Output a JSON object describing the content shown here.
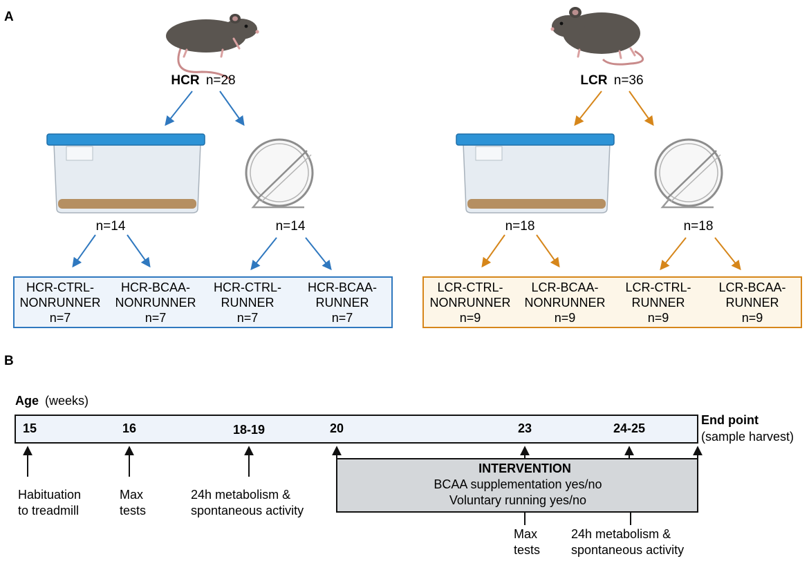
{
  "panel_a_label": "A",
  "panel_b_label": "B",
  "hcr": {
    "name": "HCR",
    "n": "n=28",
    "cage_n": "n=14",
    "wheel_n": "n=14",
    "accent": "#2f78bf",
    "box_fill": "#eef4fb",
    "groups": [
      {
        "line1": "HCR-CTRL-",
        "line2": "NONRUNNER",
        "n": "n=7"
      },
      {
        "line1": "HCR-BCAA-",
        "line2": "NONRUNNER",
        "n": "n=7"
      },
      {
        "line1": "HCR-CTRL-",
        "line2": "RUNNER",
        "n": "n=7"
      },
      {
        "line1": "HCR-BCAA-",
        "line2": "RUNNER",
        "n": "n=7"
      }
    ]
  },
  "lcr": {
    "name": "LCR",
    "n": "n=36",
    "cage_n": "n=18",
    "wheel_n": "n=18",
    "accent": "#d6861a",
    "box_fill": "#fdf6e8",
    "groups": [
      {
        "line1": "LCR-CTRL-",
        "line2": "NONRUNNER",
        "n": "n=9"
      },
      {
        "line1": "LCR-BCAA-",
        "line2": "NONRUNNER",
        "n": "n=9"
      },
      {
        "line1": "LCR-CTRL-",
        "line2": "RUNNER",
        "n": "n=9"
      },
      {
        "line1": "LCR-BCAA-",
        "line2": "RUNNER",
        "n": "n=9"
      }
    ]
  },
  "timeline": {
    "age_label": "Age",
    "age_unit": "(weeks)",
    "weeks": [
      "15",
      "16",
      "18-19",
      "20",
      "23",
      "24-25"
    ],
    "end_point": "End point",
    "end_point_sub": "(sample harvest)",
    "bar_fill": "#eef3fa",
    "intervention_fill": "#d4d7da",
    "events_below": [
      {
        "line1": "Habituation",
        "line2": "to treadmill"
      },
      {
        "line1": "Max",
        "line2": "tests"
      },
      {
        "line1": "24h metabolism &",
        "line2": "spontaneous activity"
      }
    ],
    "intervention": {
      "title": "INTERVENTION",
      "line1": "BCAA supplementation yes/no",
      "line2": "Voluntary running yes/no"
    },
    "events_after": [
      {
        "line1": "Max",
        "line2": "tests"
      },
      {
        "line1": "24h metabolism &",
        "line2": "spontaneous activity"
      }
    ]
  }
}
